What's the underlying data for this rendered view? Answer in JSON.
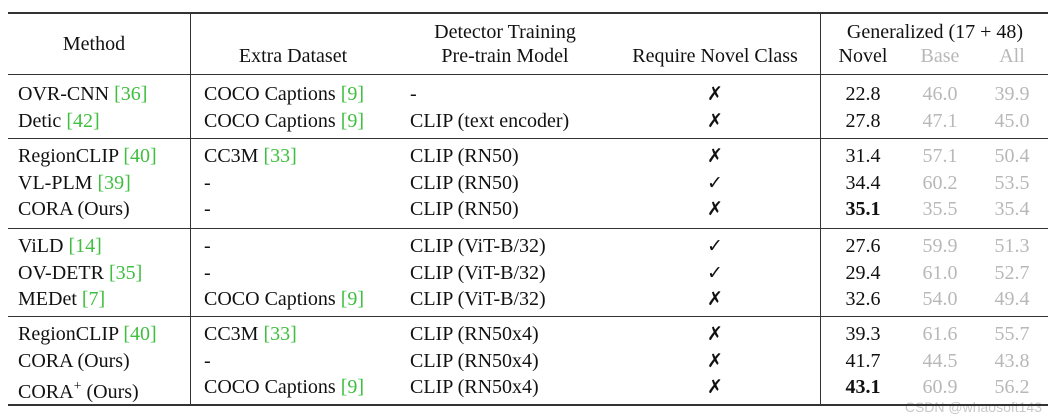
{
  "header": {
    "method": "Method",
    "extra_dataset": "Extra Dataset",
    "detector_training": "Detector Training",
    "pretrain_model": "Pre-train Model",
    "require_novel": "Require Novel Class",
    "generalized": "Generalized (17 + 48)",
    "novel": "Novel",
    "base": "Base",
    "all": "All"
  },
  "groups": [
    {
      "rows": [
        {
          "method": "OVR-CNN",
          "method_ref": "[36]",
          "method_sup": "",
          "method_suffix": "",
          "dataset": "COCO Captions",
          "dataset_ref": "[9]",
          "model": "-",
          "mark": "✗",
          "novel": "22.8",
          "novel_bold": false,
          "base": "46.0",
          "all": "39.9"
        },
        {
          "method": "Detic",
          "method_ref": "[42]",
          "method_sup": "",
          "method_suffix": "",
          "dataset": "COCO Captions",
          "dataset_ref": "[9]",
          "model": "CLIP (text encoder)",
          "mark": "✗",
          "novel": "27.8",
          "novel_bold": false,
          "base": "47.1",
          "all": "45.0"
        }
      ]
    },
    {
      "rows": [
        {
          "method": "RegionCLIP",
          "method_ref": "[40]",
          "method_sup": "",
          "method_suffix": "",
          "dataset": "CC3M",
          "dataset_ref": "[33]",
          "model": "CLIP (RN50)",
          "mark": "✗",
          "novel": "31.4",
          "novel_bold": false,
          "base": "57.1",
          "all": "50.4"
        },
        {
          "method": "VL-PLM",
          "method_ref": "[39]",
          "method_sup": "",
          "method_suffix": "",
          "dataset": "-",
          "dataset_ref": "",
          "model": "CLIP (RN50)",
          "mark": "✓",
          "novel": "34.4",
          "novel_bold": false,
          "base": "60.2",
          "all": "53.5"
        },
        {
          "method": "CORA (Ours)",
          "method_ref": "",
          "method_sup": "",
          "method_suffix": "",
          "dataset": "-",
          "dataset_ref": "",
          "model": "CLIP (RN50)",
          "mark": "✗",
          "novel": "35.1",
          "novel_bold": true,
          "base": "35.5",
          "all": "35.4"
        }
      ]
    },
    {
      "rows": [
        {
          "method": "ViLD",
          "method_ref": "[14]",
          "method_sup": "",
          "method_suffix": "",
          "dataset": "-",
          "dataset_ref": "",
          "model": "CLIP (ViT-B/32)",
          "mark": "✓",
          "novel": "27.6",
          "novel_bold": false,
          "base": "59.9",
          "all": "51.3"
        },
        {
          "method": "OV-DETR",
          "method_ref": "[35]",
          "method_sup": "",
          "method_suffix": "",
          "dataset": "-",
          "dataset_ref": "",
          "model": "CLIP (ViT-B/32)",
          "mark": "✓",
          "novel": "29.4",
          "novel_bold": false,
          "base": "61.0",
          "all": "52.7"
        },
        {
          "method": "MEDet",
          "method_ref": "[7]",
          "method_sup": "",
          "method_suffix": "",
          "dataset": "COCO Captions",
          "dataset_ref": "[9]",
          "model": "CLIP (ViT-B/32)",
          "mark": "✗",
          "novel": "32.6",
          "novel_bold": false,
          "base": "54.0",
          "all": "49.4"
        }
      ]
    },
    {
      "rows": [
        {
          "method": "RegionCLIP",
          "method_ref": "[40]",
          "method_sup": "",
          "method_suffix": "",
          "dataset": "CC3M",
          "dataset_ref": "[33]",
          "model": "CLIP (RN50x4)",
          "mark": "✗",
          "novel": "39.3",
          "novel_bold": false,
          "base": "61.6",
          "all": "55.7"
        },
        {
          "method": "CORA (Ours)",
          "method_ref": "",
          "method_sup": "",
          "method_suffix": "",
          "dataset": "-",
          "dataset_ref": "",
          "model": "CLIP (RN50x4)",
          "mark": "✗",
          "novel": "41.7",
          "novel_bold": false,
          "base": "44.5",
          "all": "43.8"
        },
        {
          "method": "CORA",
          "method_ref": "",
          "method_sup": "+",
          "method_suffix": " (Ours)",
          "dataset": "COCO Captions",
          "dataset_ref": "[9]",
          "model": "CLIP (RN50x4)",
          "mark": "✗",
          "novel": "43.1",
          "novel_bold": true,
          "base": "60.9",
          "all": "56.2"
        }
      ]
    }
  ],
  "watermark": "CSDN @whaosoft143"
}
